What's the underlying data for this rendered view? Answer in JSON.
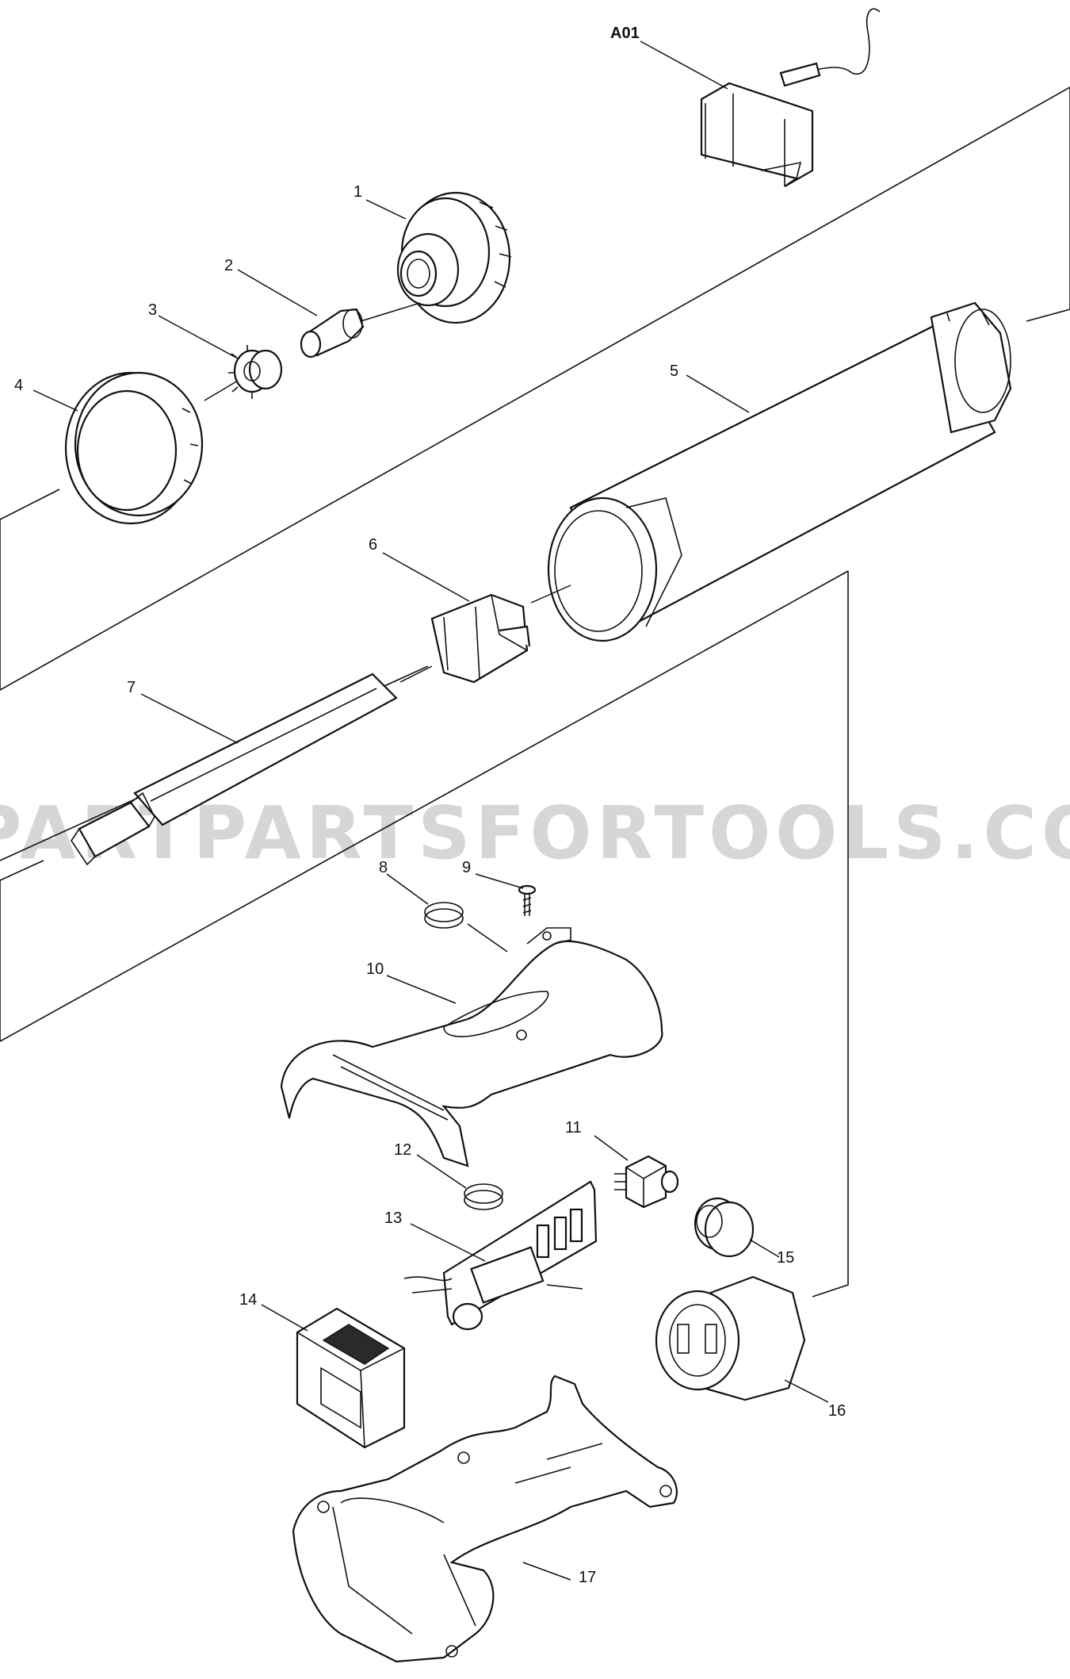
{
  "watermark": "PARTPARTSFORTOOLS.COM.AU",
  "parts": [
    {
      "id": "A01",
      "label": "A01",
      "icon": "hanger-hook-icon"
    },
    {
      "id": "1",
      "label": "1",
      "icon": "front-cap-icon"
    },
    {
      "id": "2",
      "label": "2",
      "icon": "nozzle-icon"
    },
    {
      "id": "3",
      "label": "3",
      "icon": "gear-washer-icon"
    },
    {
      "id": "4",
      "label": "4",
      "icon": "lock-ring-icon"
    },
    {
      "id": "5",
      "label": "5",
      "icon": "barrel-tube-icon"
    },
    {
      "id": "6",
      "label": "6",
      "icon": "holder-block-icon"
    },
    {
      "id": "7",
      "label": "7",
      "icon": "plunger-rod-icon"
    },
    {
      "id": "8",
      "label": "8",
      "icon": "ring-spring-icon"
    },
    {
      "id": "9",
      "label": "9",
      "icon": "tapping-screw-icon"
    },
    {
      "id": "10",
      "label": "10",
      "icon": "housing-cover-icon"
    },
    {
      "id": "11",
      "label": "11",
      "icon": "switch-icon"
    },
    {
      "id": "12",
      "label": "12",
      "icon": "ring-spring-icon"
    },
    {
      "id": "13",
      "label": "13",
      "icon": "controller-board-icon"
    },
    {
      "id": "14",
      "label": "14",
      "icon": "terminal-block-icon"
    },
    {
      "id": "15",
      "label": "15",
      "icon": "button-cap-icon"
    },
    {
      "id": "16",
      "label": "16",
      "icon": "motor-icon"
    },
    {
      "id": "17",
      "label": "17",
      "icon": "housing-base-icon"
    }
  ]
}
